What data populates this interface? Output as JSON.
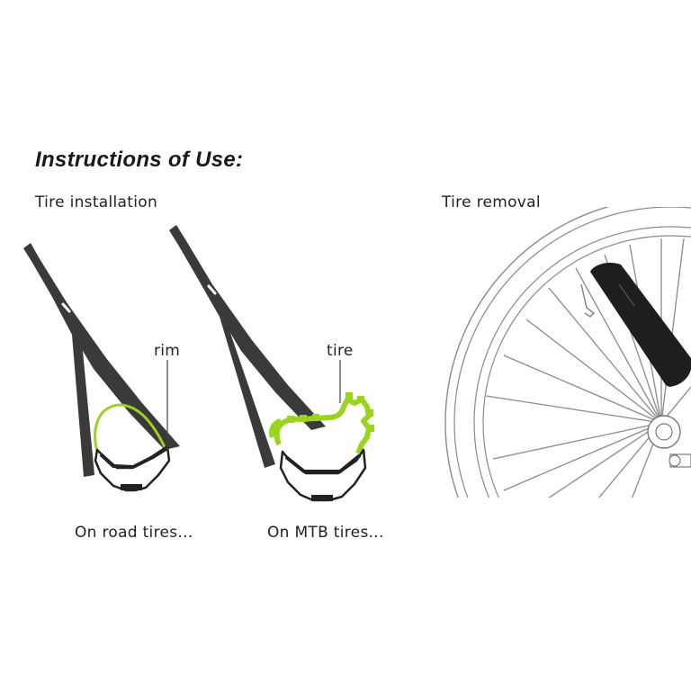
{
  "heading": "Instructions of Use:",
  "sections": {
    "installation": "Tire installation",
    "removal": "Tire removal"
  },
  "callouts": {
    "rim": "rim",
    "tire": "tire"
  },
  "captions": {
    "road": "On road tires...",
    "mtb": "On MTB tires..."
  },
  "colors": {
    "lever": "#3a3a3a",
    "tire_highlight": "#9ad41e",
    "outline": "#222222",
    "wheel_line": "#8a8a8a"
  },
  "icons": {
    "tire_lever": "tire-lever-icon",
    "rim_profile": "rim-profile-icon",
    "wheel": "bicycle-wheel-icon"
  }
}
